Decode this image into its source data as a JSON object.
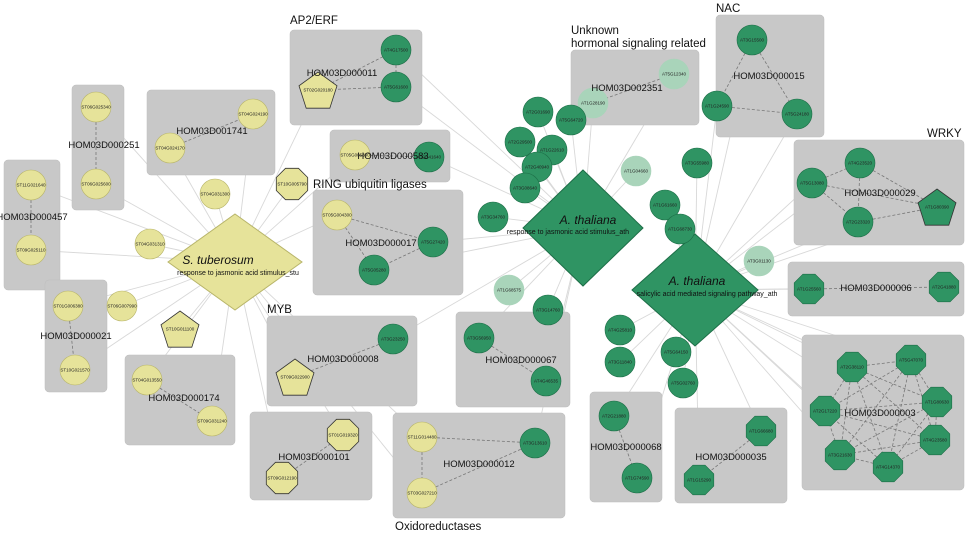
{
  "colors": {
    "tuberosum": "#e6e39a",
    "tuberosum_stroke": "#b8b56a",
    "thaliana": "#2f9463",
    "thaliana_stroke": "#1d6e47",
    "thaliana_light": "#a9d4ba",
    "cluster_bg": "#c8c8c8"
  },
  "hubs": {
    "tuberosum": {
      "title": "S. tuberosum",
      "subtitle": "response to jasmonic acid stimulus_stu"
    },
    "thaliana_ja": {
      "title": "A. thaliana",
      "subtitle": "response to jasmonic acid stimulus_ath"
    },
    "thaliana_sa": {
      "title": "A. thaliana",
      "subtitle": "salicylic acid mediated signaling pathway_ath"
    }
  },
  "group_labels": {
    "ap2": "AP2/ERF",
    "unknown1": "Unknown",
    "unknown2": "hormonal signaling related",
    "nac": "NAC",
    "wrky": "WRKY",
    "ring": "RING ubiquitin ligases",
    "myb": "MYB",
    "oxido": "Oxidoreductases"
  },
  "clusters": {
    "c457": "HOM03D000457",
    "c251": "HOM03D000251",
    "c1741": "HOM03D001741",
    "c11": "HOM03D000011",
    "c583": "HOM03D000583",
    "c17": "HOM03D000017",
    "c2351": "HOM03D002351",
    "c15": "HOM03D000015",
    "c29": "HOM03D000029",
    "c6": "HOM03D000006",
    "c3": "HOM03D000003",
    "c21": "HOM03D000021",
    "c174": "HOM03D000174",
    "c8": "HOM03D000008",
    "c101": "HOM03D000101",
    "c12": "HOM03D000012",
    "c67": "HOM03D000067",
    "c68": "HOM03D000068",
    "c35": "HOM03D000035"
  },
  "nodes": {
    "n1": "ST06G025340",
    "n2": "ST06G025600",
    "n3": "ST11G021640",
    "n4": "ST09G025110",
    "n5": "ST04G024190",
    "n6": "ST04G024170",
    "n7": "AT4G17500",
    "n8": "AT5G61600",
    "n9": "ST02G020180",
    "n10": "ST05G005390",
    "n11": "AT2G41640",
    "n12": "ST05G004300",
    "n13": "AT5G27420",
    "n14": "AT5G05280",
    "n15": "AT5G12340",
    "n16": "AT1G28190",
    "n17": "AT3G15500",
    "n18": "AT1G24590",
    "n19": "AT5G24180",
    "n20": "AT5G13080",
    "n21": "AT4G23520",
    "n22": "AT2G23320",
    "n23": "AT1G80390",
    "n24": "AT1G25560",
    "n25": "AT2G41880",
    "n26": "ST01G006380",
    "n27": "ST10G021570",
    "n28": "ST04G013550",
    "n29": "ST09G031240",
    "n30": "AT3G23250",
    "n31": "ST09G022900",
    "n32": "ST01G019320",
    "n33": "ST09G012190",
    "n34": "ST11G014480",
    "n35": "ST03G027210",
    "n36": "AT3G13610",
    "n37": "AT3G56950",
    "n38": "AT4G46535",
    "n39": "AT2G21880",
    "n40": "AT1G74590",
    "n41": "AT1G66680",
    "n42": "AT1G15290",
    "n43": "AT2G38110",
    "n44": "AT5G47070",
    "n45": "AT1G80630",
    "n46": "AT4G23580",
    "n47": "AT4G14370",
    "n48": "AT3G21630",
    "n49": "AT2G17220",
    "n50": "AT2G01690",
    "n51": "AT5G64720",
    "n52": "AT2G29500",
    "n53": "AT1G22610",
    "n54": "AT2G40940",
    "n55": "AT3G08640",
    "n56": "AT3G34760",
    "n57": "AT1G04660",
    "n58": "AT1G61660",
    "n59": "AT3G55980",
    "n60": "AT1G68730",
    "n61": "AT3G01130",
    "n62": "AT1G68575",
    "n63": "AT3G14760",
    "n64": "AT4G25810",
    "n65": "AT3G11840",
    "n66": "AT5G64150",
    "n67": "AT5G02760",
    "n68": "ST04G031300",
    "n69": "ST04G031310",
    "n70": "ST06G007990",
    "n71": "ST10G005790",
    "n72": "ST10G011100"
  }
}
